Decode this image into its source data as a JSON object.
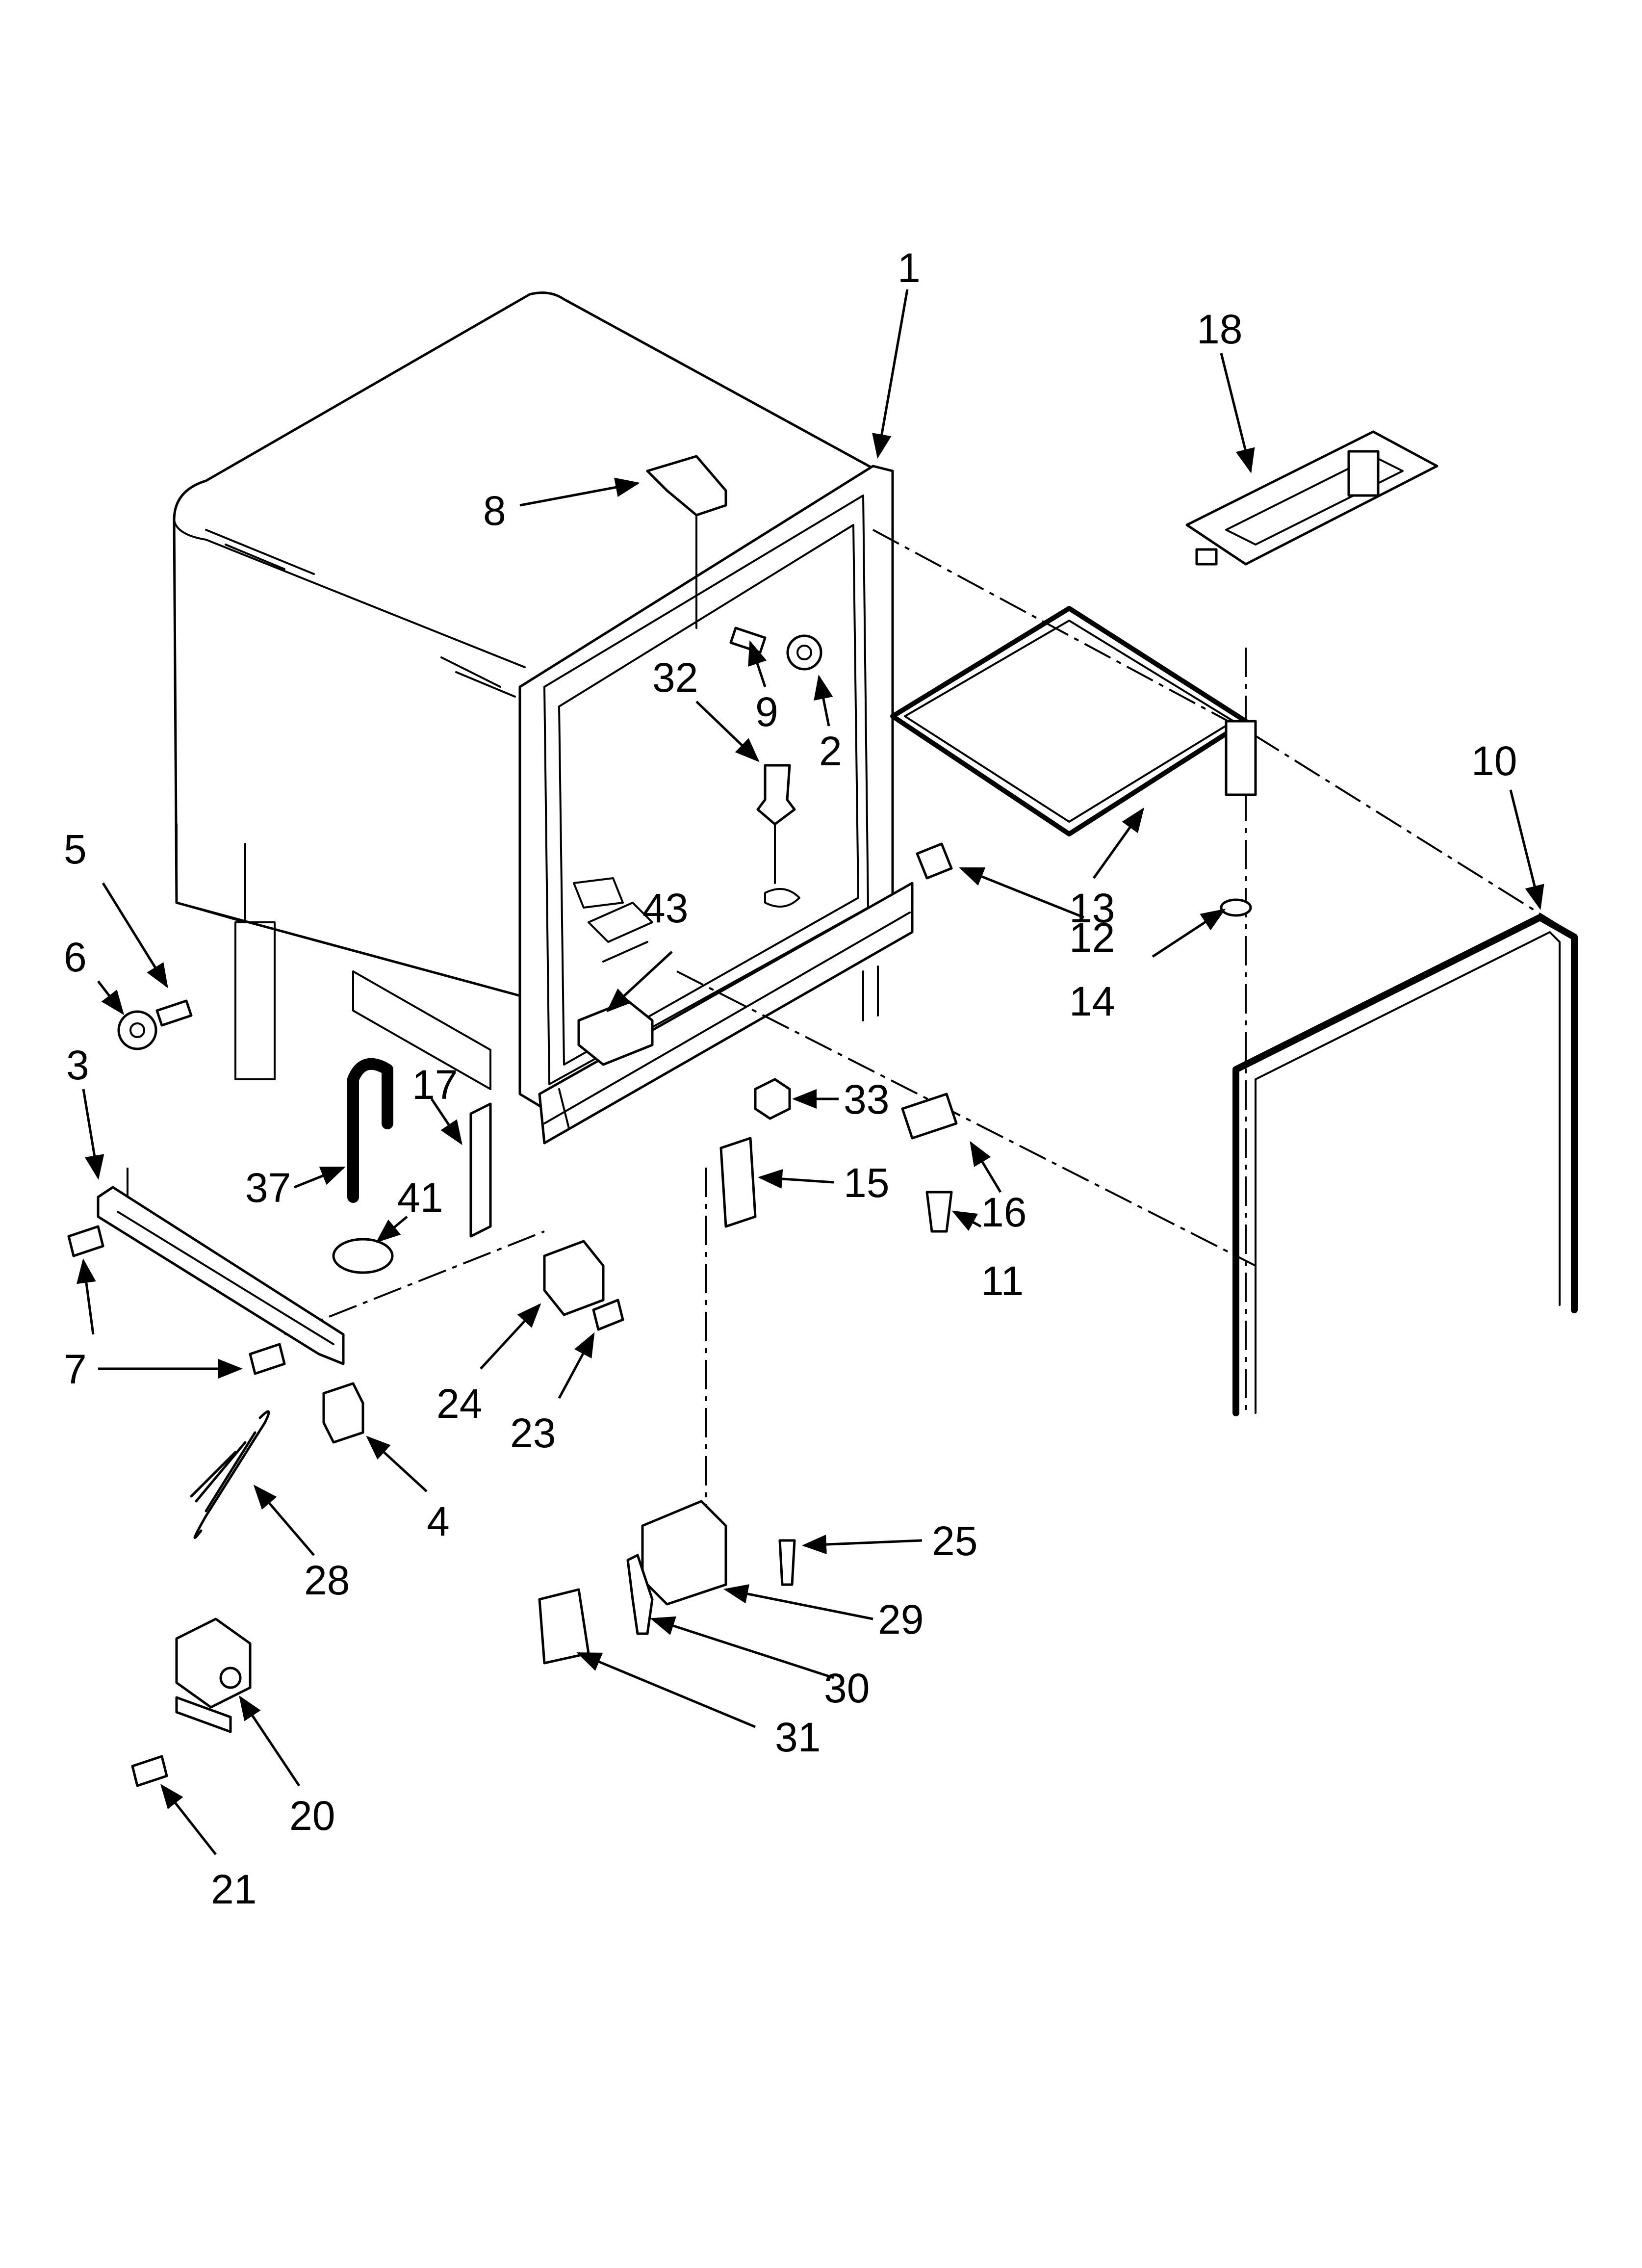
{
  "diagram": {
    "callouts": {
      "c1": "1",
      "c2": "2",
      "c3": "3",
      "c4": "4",
      "c5": "5",
      "c6": "6",
      "c7a": "7",
      "c7b": "7",
      "c8": "8",
      "c9": "9",
      "c10": "10",
      "c11": "11",
      "c12": "12",
      "c13": "13",
      "c14": "14",
      "c15": "15",
      "c16": "16",
      "c17": "17",
      "c18": "18",
      "c20": "20",
      "c21": "21",
      "c23": "23",
      "c24": "24",
      "c25": "25",
      "c28": "28",
      "c29": "29",
      "c30": "30",
      "c31": "31",
      "c32": "32",
      "c33": "33",
      "c37": "37",
      "c41": "41",
      "c43": "43"
    }
  }
}
